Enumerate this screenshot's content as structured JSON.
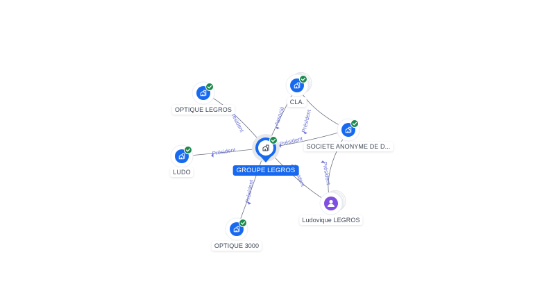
{
  "colors": {
    "company": "#1769f0",
    "person": "#7e4fe0",
    "verified": "#1c8a4c",
    "edge": "#6b7280",
    "edge_label": "#6b73d6",
    "halo": "#e6e8ec"
  },
  "nodes": [
    {
      "id": "groupe",
      "label": "GROUPE LEGROS",
      "type": "company",
      "main": true,
      "verified": true,
      "icon": "building-icon"
    },
    {
      "id": "optique_legros",
      "label": "OPTIQUE LEGROS",
      "type": "company",
      "verified": true,
      "icon": "building-icon"
    },
    {
      "id": "cla",
      "label": "CLA.",
      "type": "company",
      "verified": true,
      "stacked": true,
      "icon": "building-icon"
    },
    {
      "id": "societe",
      "label": "SOCIETE ANONYME DE D...",
      "type": "company",
      "verified": true,
      "icon": "building-icon"
    },
    {
      "id": "ludo",
      "label": "LUDO",
      "type": "company",
      "verified": true,
      "icon": "building-icon"
    },
    {
      "id": "optique3000",
      "label": "OPTIQUE 3000",
      "type": "company",
      "verified": true,
      "icon": "building-icon"
    },
    {
      "id": "ludovique",
      "label": "Ludovique LEGROS",
      "type": "person",
      "stacked": true,
      "icon": "person-icon"
    }
  ],
  "edges": [
    {
      "from": "groupe",
      "to": "optique_legros",
      "label": "Président"
    },
    {
      "from": "groupe",
      "to": "cla",
      "label": "Associé"
    },
    {
      "from": "groupe",
      "to": "societe",
      "label": "Président"
    },
    {
      "from": "groupe",
      "to": "ludo",
      "label": "Président"
    },
    {
      "from": "groupe",
      "to": "optique3000",
      "label": "Président"
    },
    {
      "from": "groupe",
      "to": "ludovique",
      "label": "Président"
    },
    {
      "from": "cla",
      "to": "societe",
      "label": "Président"
    },
    {
      "from": "societe",
      "to": "ludovique",
      "label": "Président"
    }
  ]
}
